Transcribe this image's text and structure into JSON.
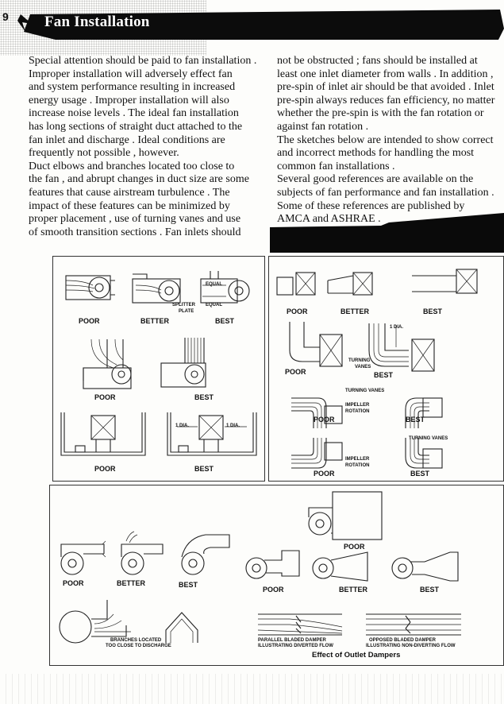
{
  "header": {
    "page_mark": "9",
    "title": "Fan Installation"
  },
  "body_text": {
    "left_column": [
      "Special attention should be paid to fan installation .",
      "Improper installation will adversely effect fan",
      "and system performance resulting in increased",
      "energy usage . Improper installation will also",
      "increase noise levels . The ideal fan installation",
      "has long sections of straight duct attached to the",
      "fan inlet and discharge . Ideal conditions are",
      "frequently not possible , however.",
      "Duct elbows  and branches located too close to",
      "the fan , and abrupt changes in duct size are some",
      "features that cause airstream turbulence . The",
      " impact of these features can be minimized by",
      "proper placement , use of turning vanes and use",
      "of smooth transition sections . Fan inlets should"
    ],
    "right_column": [
      " not be obstructed  ; fans should be installed at",
      "least one inlet diameter from walls . In addition ,",
      "pre-spin of inlet air should be that avoided . Inlet",
      "pre-spin always reduces fan efficiency, no matter",
      "whether the pre-spin is with the fan rotation or",
      "against fan rotation .",
      "The sketches below are intended to show correct",
      " and  incorrect methods  for handling the most",
      "common fan installations .",
      "Several good references are available on the",
      "subjects of fan performance and fan installation .",
      "Some of these references are published by",
      "AMCA and ASHRAE ."
    ]
  },
  "figure": {
    "inlet_panel": {
      "row1": {
        "poor": "POOR",
        "better": "BETTER",
        "best": "BEST",
        "equal_top": "EQUAL",
        "equal_bottom": "EQUAL",
        "splitter": "SPLITTER",
        "plate": "PLATE"
      },
      "row2": {
        "poor": "POOR",
        "best": "BEST"
      },
      "row3": {
        "poor": "POOR",
        "best": "BEST",
        "dia_left": "1 DIA.",
        "dia_right": "1 DIA."
      }
    },
    "elbow_panel": {
      "row1": {
        "poor": "POOR",
        "better": "BETTER",
        "best": "BEST"
      },
      "row2": {
        "poor": "POOR",
        "best": "BEST",
        "dia": "1 DIA.",
        "turning": "TURNING",
        "vanes": "VANES"
      },
      "row3": {
        "turning_vanes": "TURNING VANES",
        "poor": "POOR",
        "best": "BEST",
        "impeller": "IMPELLER",
        "rotation": "ROTATION"
      },
      "row4": {
        "turning_vanes": "TURNING VANES",
        "poor": "POOR",
        "best": "BEST",
        "impeller": "IMPELLER",
        "rotation": "ROTATION"
      }
    },
    "outlet_panel": {
      "row1": {
        "poor": "POOR",
        "better": "BETTER",
        "best": "BEST"
      },
      "row2": {
        "poor_top": "POOR",
        "poor": "POOR",
        "better": "BETTER",
        "best": "BEST"
      },
      "row3": {
        "branches_1": "BRANCHES LOCATED",
        "branches_2": "TOO CLOSE TO DISCHARGE",
        "parallel_1": "PARALLEL BLADED DAMPER",
        "parallel_2": "ILLUSTRATING DIVERTED FLOW",
        "opposed_1": "OPPOSED BLADED DAMPER",
        "opposed_2": "ILLUSTRATING NON-DIVERTING FLOW",
        "caption": "Effect of Outlet Dampers"
      }
    }
  }
}
